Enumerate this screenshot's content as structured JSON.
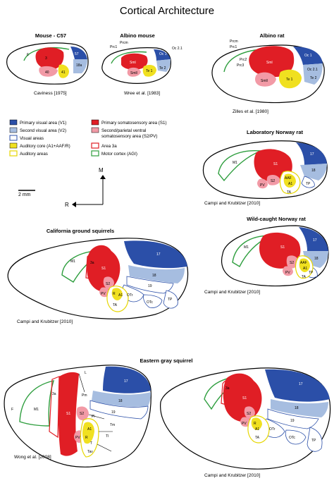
{
  "title": "Cortical Architecture",
  "colors": {
    "v1": "#2b4fa8",
    "v2": "#a6bde0",
    "visual": "#ffffff",
    "auditory_core": "#f0e020",
    "auditory_areas": "#f5f0a0",
    "s1": "#e01e25",
    "s2pv": "#f29aa6",
    "area3a": "#e01e25",
    "motor": "#2e9e3e"
  },
  "legend": [
    {
      "key": "v1",
      "label": "Primary visual area (V1)",
      "style": "fill"
    },
    {
      "key": "v2",
      "label": "Second visual area (V2)",
      "style": "fill"
    },
    {
      "key": "visual",
      "label": "Visual areas",
      "style": "outline-blue"
    },
    {
      "key": "auditory_core",
      "label": "Auditory core (A1+AAF/R)",
      "style": "fill"
    },
    {
      "key": "auditory_areas",
      "label": "Auditory areas",
      "style": "outline-yellow"
    },
    {
      "key": "s1",
      "label": "Primary somatosensory area (S1)",
      "style": "fill"
    },
    {
      "key": "s2pv",
      "label": "Second/parietal ventral",
      "label2": "somatosensory area (S2/PV)",
      "style": "fill"
    },
    {
      "key": "area3a",
      "label": "Area 3a",
      "style": "outline-red"
    },
    {
      "key": "motor",
      "label": "Motor cortex (AGI)",
      "style": "outline-green"
    }
  ],
  "orientation": {
    "m": "M",
    "r": "R",
    "scale": "2 mm"
  },
  "panels": {
    "mouse": {
      "heading": "Mouse - C57",
      "citation": "Caviness [1975]",
      "labels": {
        "a6": "6",
        "a57": "57",
        "a18a": "18a",
        "a3": "3",
        "a40": "40",
        "a41": "41"
      }
    },
    "albino_mouse": {
      "heading": "Albino mouse",
      "citation": "Wree et al. [1983]",
      "labels": {
        "prcm": "Prcm",
        "prc1": "Prc1",
        "prcm2": "Prcm",
        "sml": "Sml",
        "smll": "Smll",
        "te1": "Te 1",
        "te2": "Te 2",
        "oc1": "Oc 1",
        "oc21": "Oc 2.1"
      }
    },
    "albino_rat": {
      "heading": "Albino rat",
      "citation": "Zilles et al. [1980]",
      "labels": {
        "prcm": "Prcm",
        "prc1": "Prc1",
        "prc2": "Prc2",
        "prc3": "Prc3",
        "sml": "Sml",
        "smll": "Smll",
        "te1": "Te 1",
        "te2": "Te 2",
        "oc1": "Oc 1",
        "oc21": "Oc 2.1"
      }
    },
    "lab_rat": {
      "heading": "Laboratory Norway rat",
      "citation": "Campi and Krubitzer [2010]",
      "labels": {
        "m1": "M1",
        "s1": "S1",
        "s2": "S2",
        "pv": "PV",
        "aaf": "AAF",
        "a1": "A1",
        "ta": "TA",
        "a17": "17",
        "a18": "18",
        "tp": "TP"
      }
    },
    "wild_rat": {
      "heading": "Wild-caught Norway rat",
      "citation": "Campi and Krubitzer [2010]",
      "labels": {
        "m1": "M1",
        "s1": "S1",
        "s2": "S2",
        "pv": "PV",
        "aaf": "AAF",
        "a1": "A1",
        "ta": "TA",
        "a17": "17",
        "a18": "18",
        "tp": "TP"
      }
    },
    "ground_squirrel": {
      "heading": "California ground squirrels",
      "citation": "Campi and Krubitzer [2010]",
      "labels": {
        "m1": "M1",
        "a3a": "3a",
        "s1": "S1",
        "s2": "S2",
        "pv": "PV",
        "r": "R",
        "a1": "A1",
        "ta": "TA",
        "a17": "17",
        "a18": "18",
        "a19": "19",
        "otr": "OTr",
        "otc": "OTc",
        "tp": "TP"
      }
    },
    "gray_squirrel": {
      "heading": "Eastern gray squirrel",
      "citation": "Wong et al. [2008]",
      "labels": {
        "f": "F",
        "m1": "M1",
        "a3a": "3a",
        "s1": "S1",
        "l": "L",
        "pm": "Pm",
        "s2": "S2",
        "pv": "PV",
        "pl": "Pl",
        "r": "R",
        "a1": "A1",
        "t": "T",
        "tav": "Tav",
        "tl": "Tl",
        "tm": "Tm",
        "a17": "17",
        "a18": "18",
        "a19": "19"
      }
    },
    "gray_squirrel_2": {
      "citation": "Campi and Krubitzer [2010]",
      "labels": {
        "a3a": "3a",
        "s1": "S1",
        "s2": "S2",
        "pv": "PV",
        "r": "R",
        "a1": "A1",
        "ta": "TA",
        "a17": "17",
        "a18": "18",
        "a19": "19",
        "otr": "OTr",
        "otc": "OTc",
        "tp": "TP"
      }
    }
  }
}
